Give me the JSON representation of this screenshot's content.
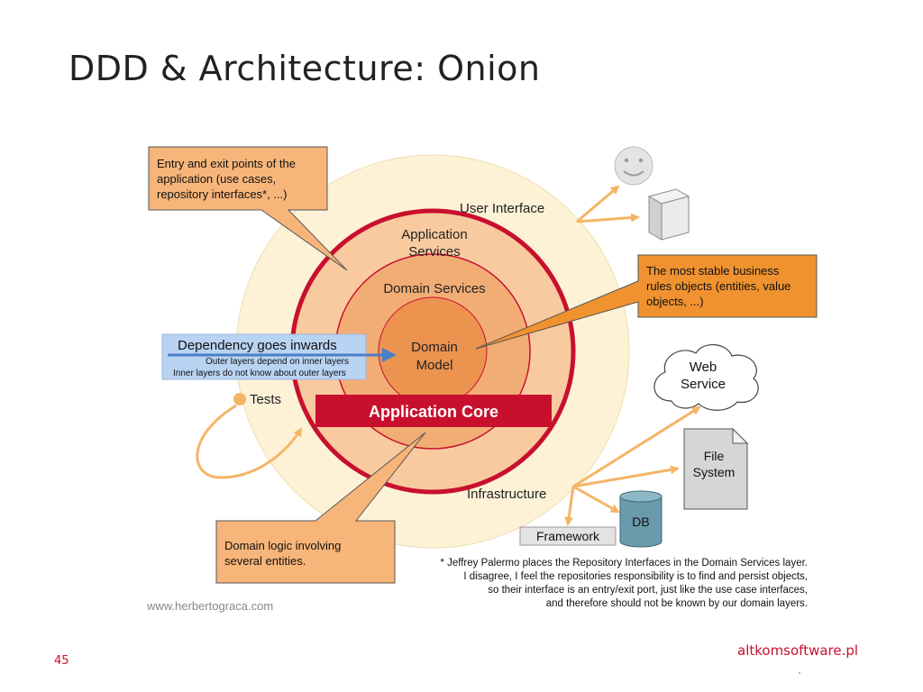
{
  "slide": {
    "title": "DDD & Architecture: Onion",
    "page_number": "45",
    "brand": "altkomsoftware.pl"
  },
  "colors": {
    "accent_red": "#c8102e",
    "outer_ring": "#fdf2d6",
    "app_services": "#f9caa0",
    "domain_services": "#f2ad75",
    "domain_model": "#ec9350",
    "callout_fill": "#f7b57a",
    "callout_dark": "#ef922f",
    "arrow": "#f4b566"
  },
  "diagram": {
    "rings": {
      "user_interface": "User Interface",
      "infrastructure": "Infrastructure",
      "application_services": [
        "Application",
        "Services"
      ],
      "domain_services": "Domain Services",
      "domain_model": [
        "Domain",
        "Model"
      ]
    },
    "application_core": "Application Core",
    "callouts": {
      "entry_exit": [
        "Entry and exit points of the",
        "application (use cases,",
        "repository interfaces*, ...)"
      ],
      "stable_rules": [
        "The most stable business",
        "rules objects (entities, value",
        "objects, ...)"
      ],
      "domain_logic": [
        "Domain logic involving",
        "several entities."
      ]
    },
    "dependency": {
      "title": "Dependency goes inwards",
      "line1": "Outer layers depend on inner layers",
      "line2": "Inner layers do not know about outer layers"
    },
    "externals": {
      "tests": "Tests",
      "web_service": [
        "Web",
        "Service"
      ],
      "file_system": [
        "File",
        "System"
      ],
      "db": "DB",
      "framework": "Framework",
      "user_icon": "smiley-user-icon",
      "server_icon": "server-icon"
    },
    "footnote": [
      "* Jeffrey Palermo places the Repository Interfaces in the Domain Services layer.",
      "I disagree, I feel the repositories responsibility is to find and persist objects,",
      "so their interface is an entry/exit port, just like the use case interfaces,",
      "and therefore should not be known by our domain layers."
    ],
    "source": "www.herbertograca.com"
  }
}
